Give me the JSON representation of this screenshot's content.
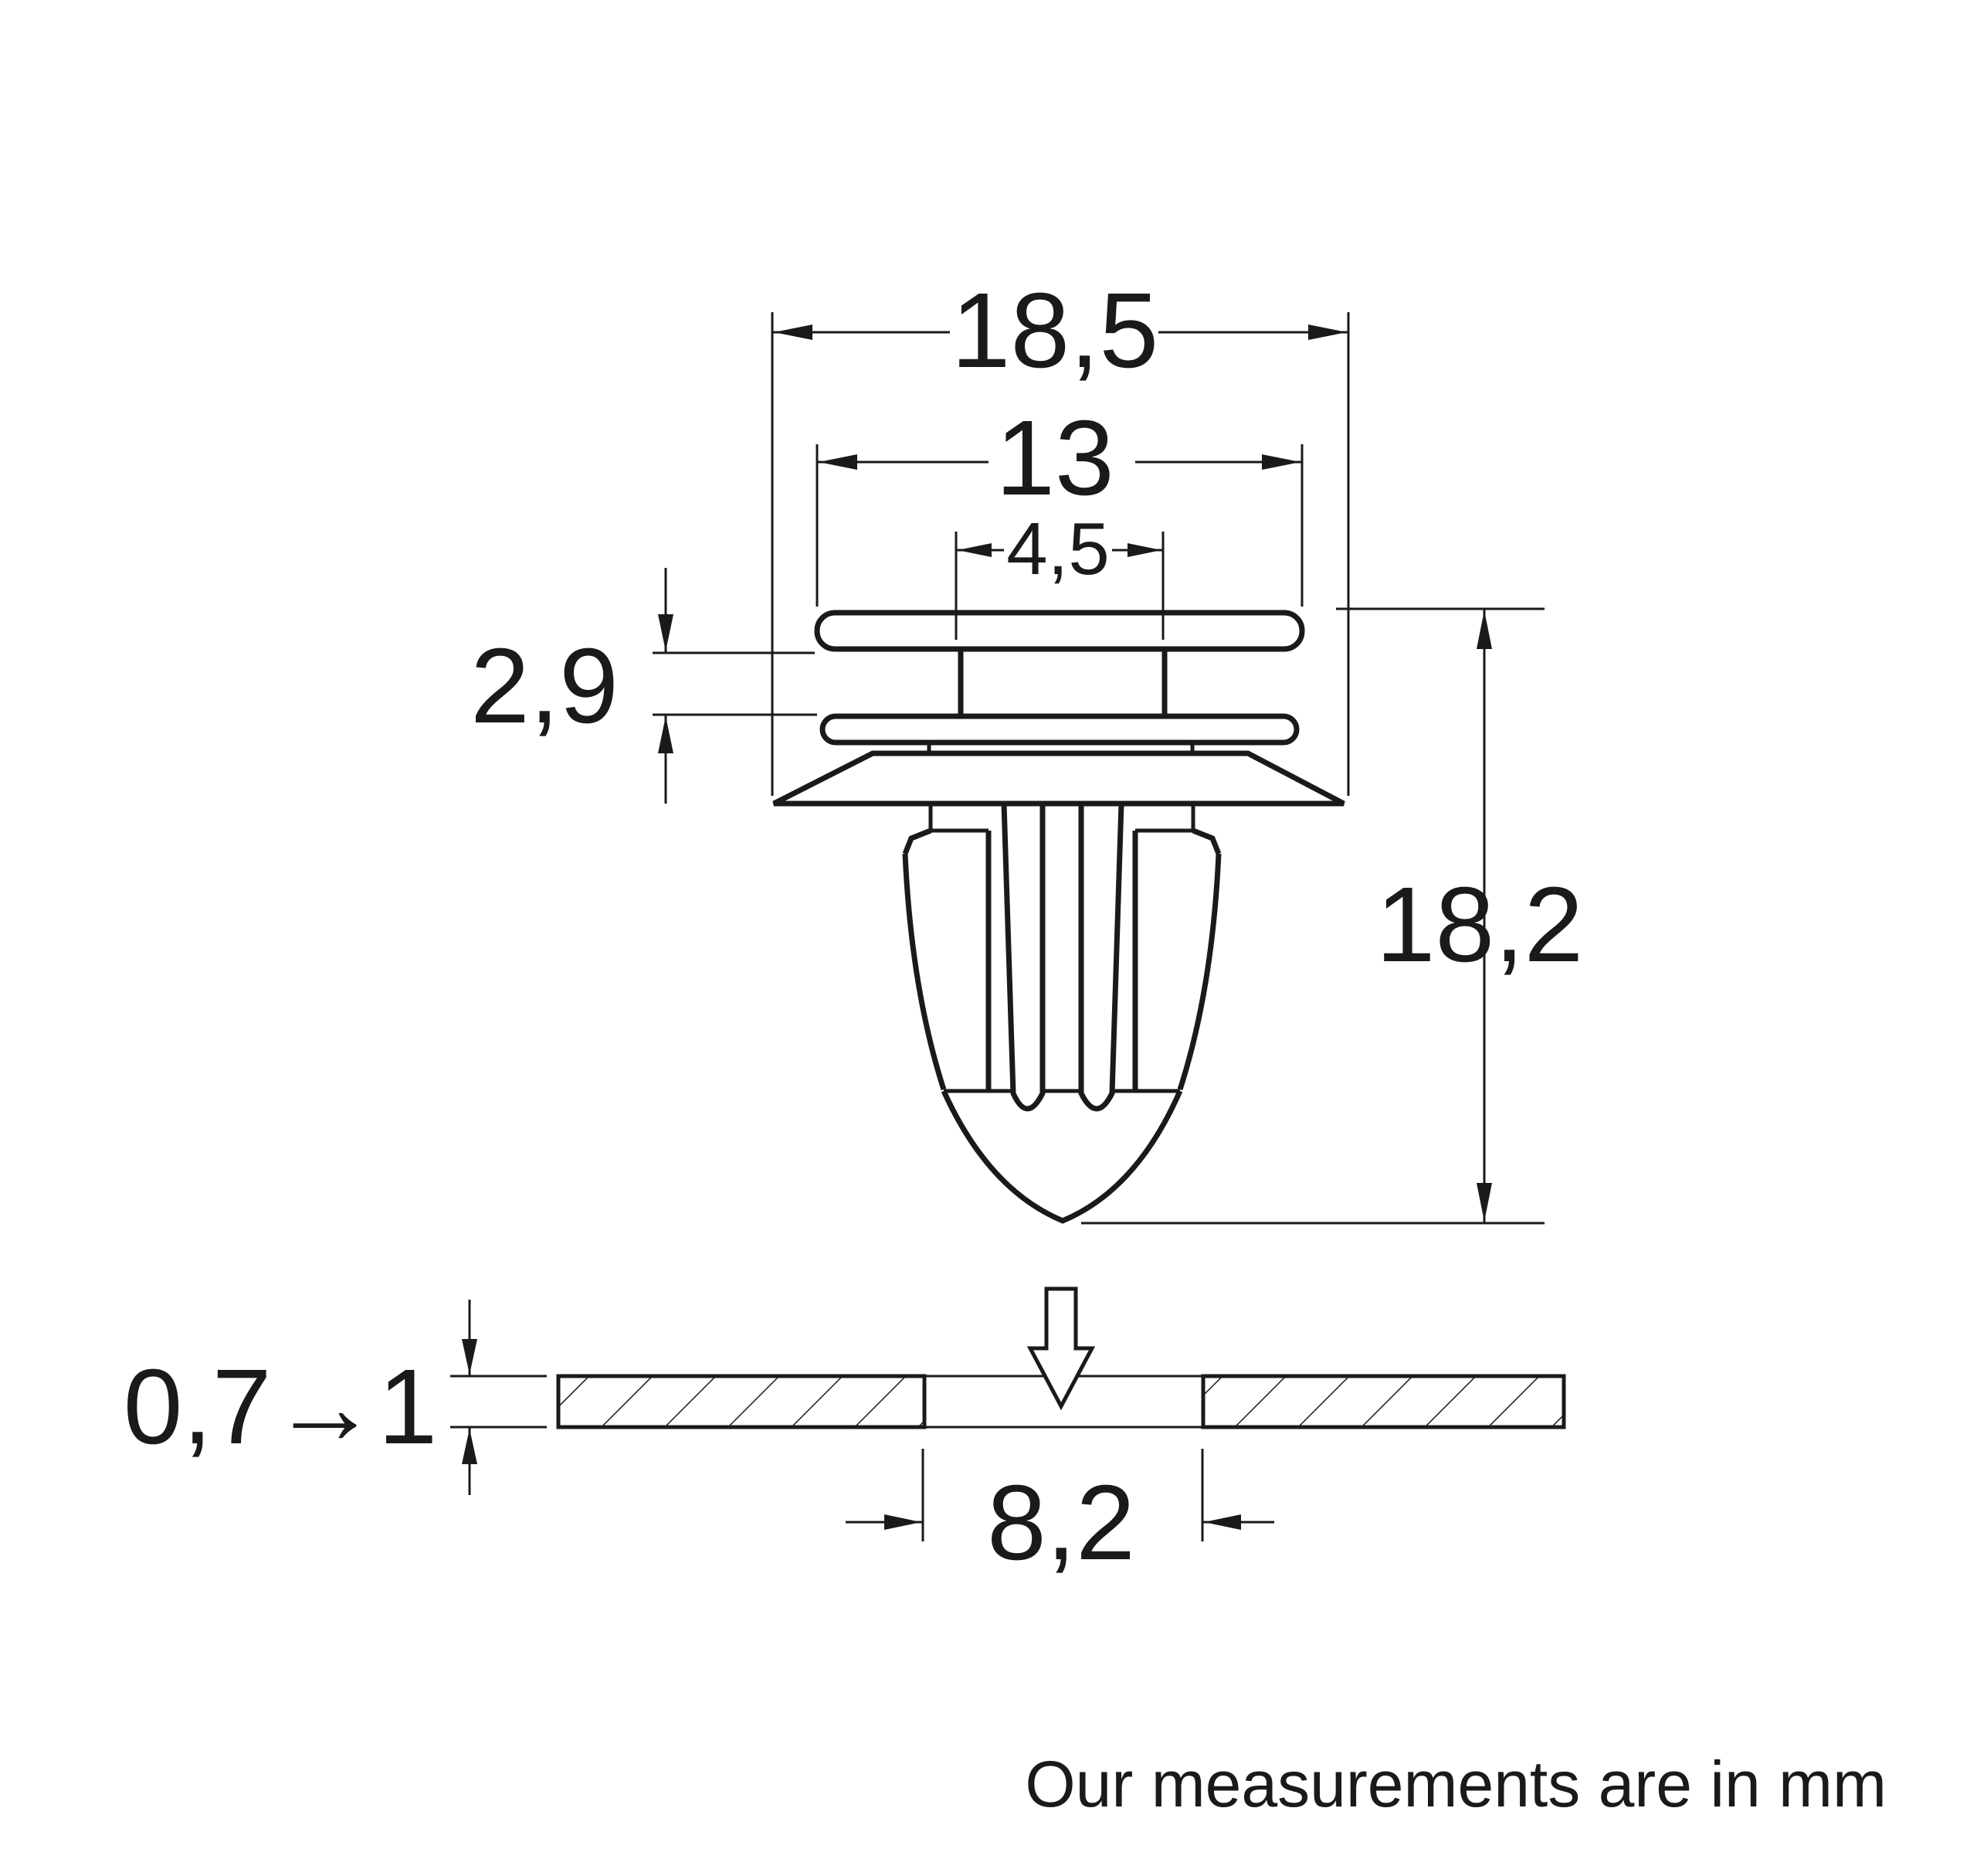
{
  "dimensions": {
    "overall_width": "18,5",
    "flange_width": "13",
    "stem_width": "4,5",
    "gap_height": "2,9",
    "overall_height": "18,2",
    "panel_thickness": "0,7→1",
    "hole_diameter": "8,2"
  },
  "note": "Our measurements are in mm",
  "colors": {
    "line": "#1a1a1a",
    "background": "#ffffff"
  }
}
